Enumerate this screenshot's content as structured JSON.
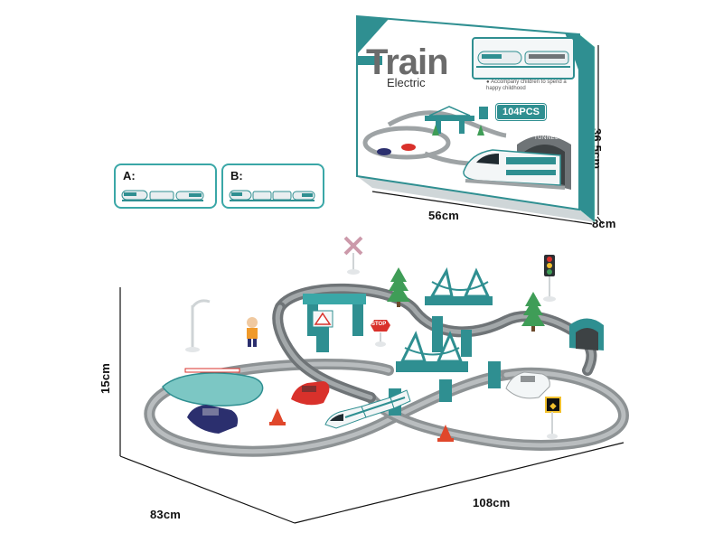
{
  "dimensions": {
    "box_width": "56cm",
    "box_height": "36.5cm",
    "box_depth": "8cm",
    "set_height": "15cm",
    "set_depth": "83cm",
    "set_width": "108cm"
  },
  "options": [
    {
      "label": "A:"
    },
    {
      "label": "B:"
    }
  ],
  "box": {
    "title": "Train",
    "subtitle": "Electric",
    "tagline": "● Accompany children to spend a happy childhood",
    "pieces_badge": "104PCS",
    "tunnel_label": "TUNNEL"
  },
  "signs": {
    "stop": "STOP"
  },
  "colors": {
    "teal": "#2f8f91",
    "teal_light": "#7cc7c4",
    "track_gray": "#9ea3a5",
    "track_dark": "#6f7477",
    "red_car": "#d9312b",
    "blue_car": "#2b2f6e",
    "cone": "#e0472b"
  }
}
